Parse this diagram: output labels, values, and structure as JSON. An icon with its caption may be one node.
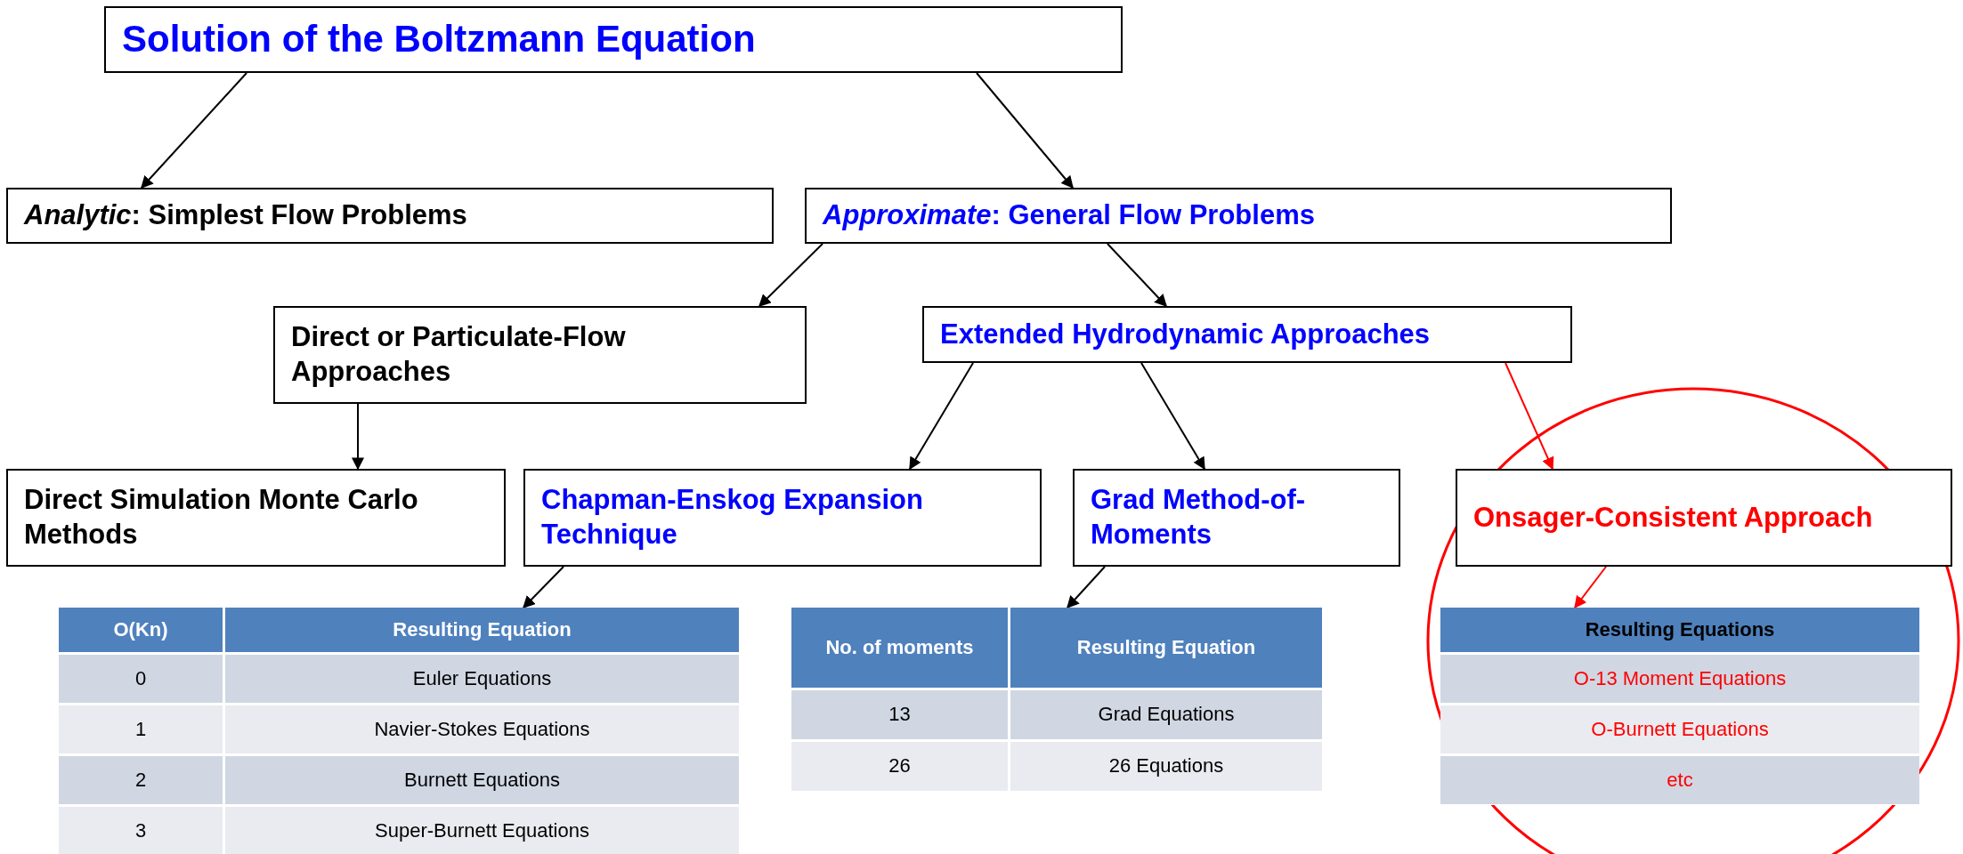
{
  "diagram": {
    "nodes": [
      {
        "text": [
          "Solution of the Boltzmann Equation"
        ]
      },
      {
        "text": [
          "*Analytic*: Simplest Flow Problems"
        ]
      },
      {
        "text": [
          "*Approximate*: General Flow Problems"
        ]
      },
      {
        "text": [
          "Direct or Particulate-Flow Approaches"
        ]
      },
      {
        "text": [
          "Extended Hydrodynamic Approaches"
        ]
      },
      {
        "text": [
          "Direct Simulation Monte Carlo Methods"
        ]
      },
      {
        "text": [
          "Chapman-Enskog Expansion Technique"
        ]
      },
      {
        "text": [
          "Grad Method-of-Moments"
        ]
      },
      {
        "text": [
          "Onsager-Consistent Approach"
        ]
      },
      {
        "text": [
          "O(Kn)",
          "Resulting Equation",
          "0",
          "Euler Equations",
          "1",
          "Navier-Stokes Equations",
          "2",
          "Burnett Equations",
          "3",
          "Super-Burnett Equations"
        ]
      },
      {
        "text": [
          "No. of moments",
          "Resulting Equation",
          "13",
          "Grad Equations",
          "26",
          "26 Equations"
        ]
      },
      {
        "text": [
          "Resulting Equations",
          "O-13 Moment Equations",
          "O-Burnett Equations",
          "etc"
        ]
      }
    ],
    "edges": [
      {
        "from": 0,
        "to": 1,
        "arrow": "to"
      },
      {
        "from": 0,
        "to": 2,
        "arrow": "to"
      },
      {
        "from": 2,
        "to": 3,
        "arrow": "to"
      },
      {
        "from": 2,
        "to": 4,
        "arrow": "to"
      },
      {
        "from": 3,
        "to": 5,
        "arrow": "to"
      },
      {
        "from": 4,
        "to": 6,
        "arrow": "to"
      },
      {
        "from": 4,
        "to": 7,
        "arrow": "to"
      },
      {
        "from": 4,
        "to": 8,
        "arrow": "to",
        "color": "#ff0000"
      },
      {
        "from": 6,
        "to": 9,
        "arrow": "to"
      },
      {
        "from": 7,
        "to": 10,
        "arrow": "to"
      },
      {
        "from": 8,
        "to": 11,
        "arrow": "to",
        "color": "#ff0000"
      }
    ]
  }
}
